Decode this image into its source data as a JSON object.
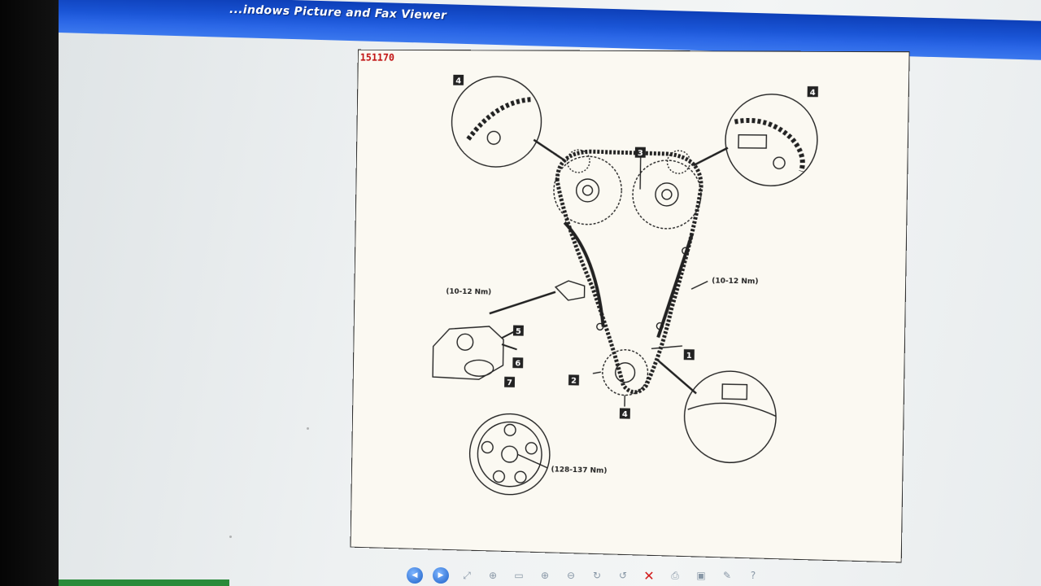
{
  "window": {
    "title": "...indows Picture and Fax Viewer"
  },
  "image": {
    "id": "151170",
    "callouts": {
      "c1": "1",
      "c2": "2",
      "c3": "3",
      "c4a": "4",
      "c4b": "4",
      "c4c": "4",
      "c5": "5",
      "c6": "6",
      "c7": "7"
    },
    "torques": {
      "tensioner": "(10-12 Nm)",
      "guide": "(10-12 Nm)",
      "crank_pulley": "(128-137 Nm)"
    }
  },
  "toolbar": {
    "buttons": [
      {
        "name": "previous-image-button",
        "glyph": "◀"
      },
      {
        "name": "next-image-button",
        "glyph": "▶"
      },
      {
        "name": "best-fit-button",
        "glyph": "⤢"
      },
      {
        "name": "actual-size-button",
        "glyph": "⊕"
      },
      {
        "name": "slideshow-button",
        "glyph": "▭"
      },
      {
        "name": "zoom-in-button",
        "glyph": "⊕"
      },
      {
        "name": "zoom-out-button",
        "glyph": "⊖"
      },
      {
        "name": "rotate-clockwise-button",
        "glyph": "↻"
      },
      {
        "name": "rotate-counterclockwise-button",
        "glyph": "↺"
      },
      {
        "name": "delete-button",
        "glyph": "✕"
      },
      {
        "name": "print-button",
        "glyph": "⎙"
      },
      {
        "name": "save-button",
        "glyph": "▣"
      },
      {
        "name": "open-for-editing-button",
        "glyph": "✎"
      },
      {
        "name": "help-button",
        "glyph": "?"
      }
    ]
  },
  "colors": {
    "titlebar": "#1a55d6",
    "image_id": "#c01010",
    "delete": "#d21a1a"
  }
}
